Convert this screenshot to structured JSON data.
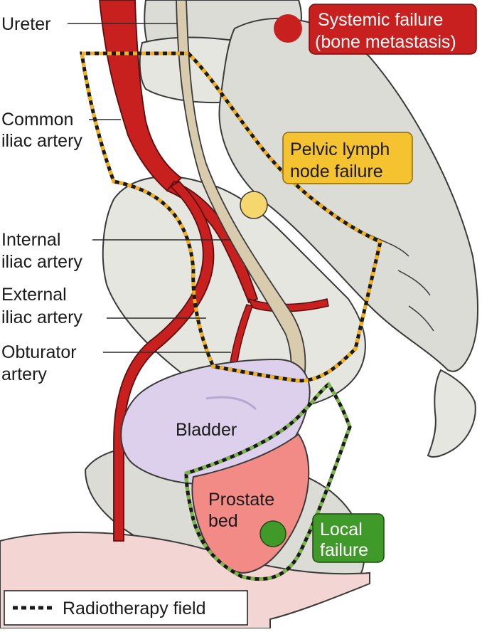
{
  "labels": {
    "ureter": "Ureter",
    "common_iliac": [
      "Common",
      "iliac artery"
    ],
    "internal_iliac": [
      "Internal",
      "iliac artery"
    ],
    "external_iliac": [
      "External",
      "iliac artery"
    ],
    "obturator": [
      "Obturator",
      "artery"
    ],
    "bladder": "Bladder",
    "prostate_bed": [
      "Prostate",
      "bed"
    ]
  },
  "callouts": {
    "systemic": {
      "lines": [
        "Systemic failure",
        "(bone metastasis)"
      ],
      "color": "#c8201f"
    },
    "pelvic": {
      "lines": [
        "Pelvic lymph",
        "node failure"
      ],
      "color": "#f5c230"
    },
    "local": {
      "lines": [
        "Local",
        "failure"
      ],
      "color": "#3f9a2a"
    }
  },
  "legend": {
    "text": "Radiotherapy field"
  },
  "colors": {
    "artery": "#c8201f",
    "ureter": "#d9ccae",
    "bladder": "#ddd0ec",
    "prostate": "#f28b86",
    "field_dash_pelvic": "#f5b01a",
    "field_dash_local": "#7ab648"
  }
}
